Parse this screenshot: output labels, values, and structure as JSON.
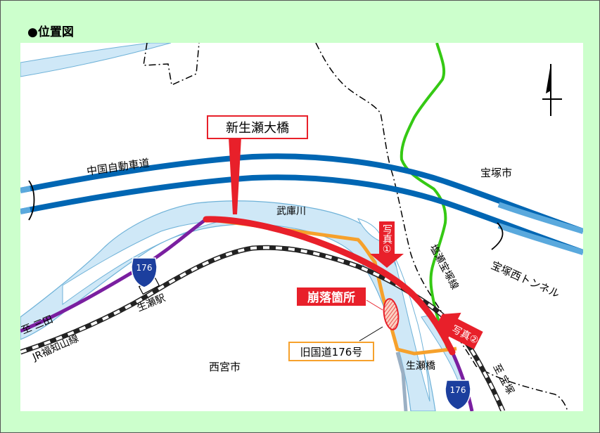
{
  "title": "●位置図",
  "labels": {
    "new_bridge": "新生瀬大橋",
    "expressway": "中国自動車道",
    "river": "武庫川",
    "takarazuka_city": "宝塚市",
    "tunnel": "宝塚西トンネル",
    "shiose_line": "塩瀬宝塚線",
    "collapse": "崩落箇所",
    "old_route": "旧国道176号",
    "namaze_station": "生瀬駅",
    "to_sanda": "至 三田",
    "jr_line": "JR福知山線",
    "nishinomiya_city": "西宮市",
    "namaze_bridge": "生瀬橋",
    "to_takarazuka": "至 宝塚",
    "route_shield": "176",
    "photo1": "写真①",
    "photo2": "写真②"
  },
  "colors": {
    "expressway": "#0066b3",
    "expressway_inner": "#5aa9dd",
    "river": "#cfe8f7",
    "river_edge": "#6fb2d8",
    "new_route": "#e8202a",
    "old_route": "#f6a12c",
    "route_purple": "#7a1fa0",
    "boundary_green": "#35c914",
    "railway": "#222222"
  }
}
